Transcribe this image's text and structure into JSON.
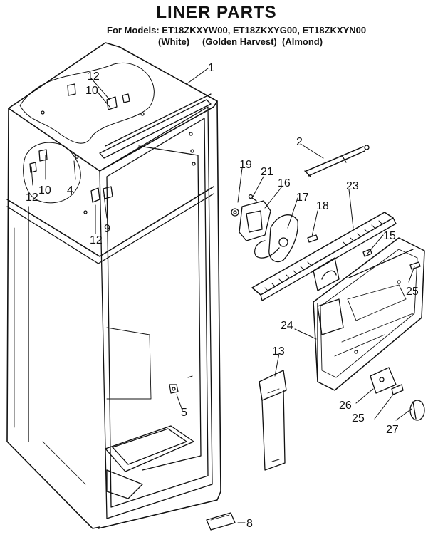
{
  "header": {
    "title": "LINER PARTS",
    "models_line": "For Models: ET18ZKXYW00, ET18ZKXYG00, ET18ZKXYN00",
    "variants": [
      "(White)",
      "(Golden Harvest)",
      "(Almond)"
    ]
  },
  "callouts": [
    {
      "id": "c1",
      "label": "1"
    },
    {
      "id": "c2",
      "label": "2"
    },
    {
      "id": "c4",
      "label": "4"
    },
    {
      "id": "c5",
      "label": "5"
    },
    {
      "id": "c8",
      "label": "8"
    },
    {
      "id": "c9",
      "label": "9"
    },
    {
      "id": "c10a",
      "label": "10"
    },
    {
      "id": "c10b",
      "label": "10"
    },
    {
      "id": "c12a",
      "label": "12"
    },
    {
      "id": "c12b",
      "label": "12"
    },
    {
      "id": "c12c",
      "label": "12"
    },
    {
      "id": "c13",
      "label": "13"
    },
    {
      "id": "c15",
      "label": "15"
    },
    {
      "id": "c16",
      "label": "16"
    },
    {
      "id": "c17",
      "label": "17"
    },
    {
      "id": "c18",
      "label": "18"
    },
    {
      "id": "c19",
      "label": "19"
    },
    {
      "id": "c21",
      "label": "21"
    },
    {
      "id": "c23",
      "label": "23"
    },
    {
      "id": "c24",
      "label": "24"
    },
    {
      "id": "c25a",
      "label": "25"
    },
    {
      "id": "c25b",
      "label": "25"
    },
    {
      "id": "c26",
      "label": "26"
    },
    {
      "id": "c27",
      "label": "27"
    }
  ]
}
